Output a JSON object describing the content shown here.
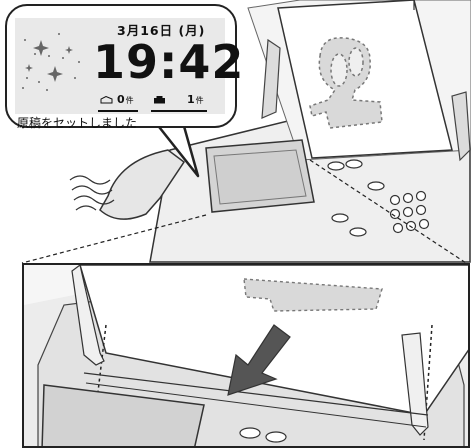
{
  "lcd": {
    "date": "3月16日 (月)",
    "time": "19:42",
    "count_a": "0",
    "count_b": "1",
    "unit_label": "件",
    "status_message": "原稿をセットしました"
  },
  "colors": {
    "outline": "#222222",
    "screen": "#e9e9e9",
    "machine": "#efefef"
  }
}
